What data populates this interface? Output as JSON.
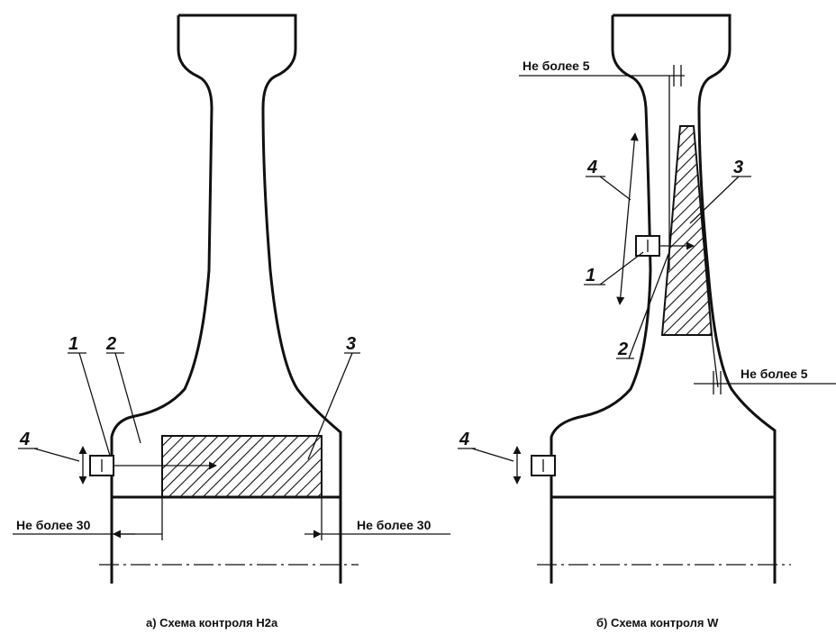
{
  "diagrams": [
    {
      "caption": "а) Схема контроля H2a",
      "labels": [
        "1",
        "2",
        "3",
        "4"
      ],
      "dim_left": "Не более 30",
      "dim_right": "Не более 30"
    },
    {
      "caption": "б) Схема контроля W",
      "labels": [
        "1",
        "2",
        "3",
        "4"
      ],
      "dim_top": "Не более 5",
      "dim_bottom": "Не более 5"
    }
  ]
}
